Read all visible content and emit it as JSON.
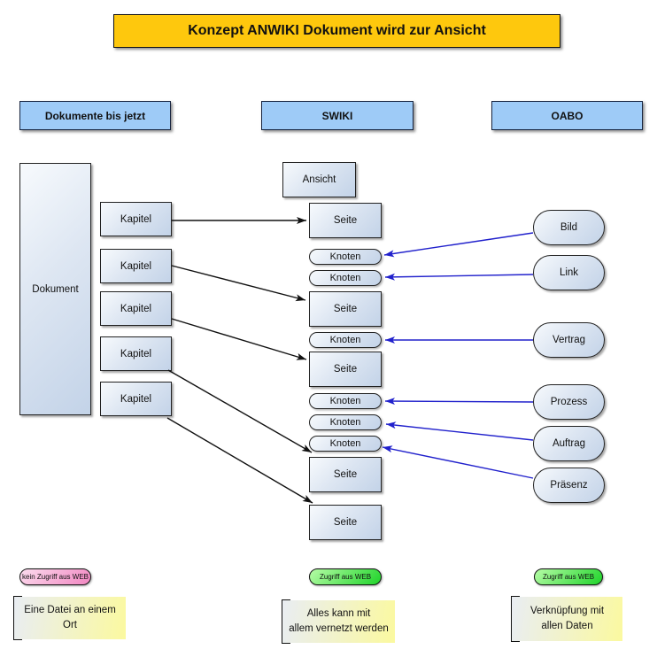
{
  "title": "Konzept ANWIKI Dokument wird zur Ansicht",
  "columns": {
    "left": {
      "header": "Dokumente bis jetzt",
      "document": "Dokument",
      "chapters": [
        "Kapitel",
        "Kapitel",
        "Kapitel",
        "Kapitel",
        "Kapitel"
      ],
      "badge": "kein Zugriff aus WEB",
      "note_lines": [
        "Eine Datei an einem",
        "Ort"
      ]
    },
    "middle": {
      "header": "SWIKI",
      "view": "Ansicht",
      "pages": [
        "Seite",
        "Seite",
        "Seite",
        "Seite",
        "Seite"
      ],
      "nodes": [
        "Knoten",
        "Knoten",
        "Knoten",
        "Knoten",
        "Knoten",
        "Knoten"
      ],
      "badge": "Zugriff aus WEB",
      "note_lines": [
        "Alles kann mit",
        "allem vernetzt werden"
      ]
    },
    "right": {
      "header": "OABO",
      "items": [
        "Bild",
        "Link",
        "Vertrag",
        "Prozess",
        "Auftrag",
        "Präsenz"
      ],
      "badge": "Zugriff aus WEB",
      "note_lines": [
        "Verknüpfung mit",
        "allen Daten"
      ]
    }
  },
  "colors": {
    "title_bg": "#FEC80D",
    "header_bg": "#9ECBF7",
    "node_fill_light": "#F7FAFD",
    "node_fill_dark": "#C3D3E8",
    "badge_pink": "#F186C1",
    "badge_green": "#1FD42A",
    "note_yellow": "#FBF99F",
    "arrow_black": "#111111",
    "arrow_blue": "#2121CC"
  }
}
